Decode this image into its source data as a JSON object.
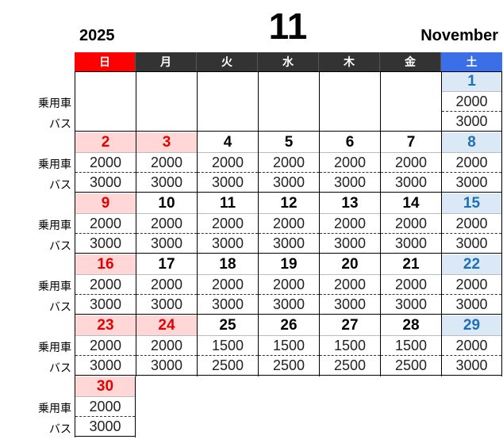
{
  "header": {
    "year": "2025",
    "month_number": "11",
    "month_name": "November"
  },
  "weekdays": [
    "日",
    "月",
    "火",
    "水",
    "木",
    "金",
    "土"
  ],
  "row_labels": {
    "car": "乗用車",
    "bus": "バス"
  },
  "weeks": [
    [
      {
        "day": "",
        "car": "",
        "bus": "",
        "type": "empty"
      },
      {
        "day": "",
        "car": "",
        "bus": "",
        "type": "empty"
      },
      {
        "day": "",
        "car": "",
        "bus": "",
        "type": "empty"
      },
      {
        "day": "",
        "car": "",
        "bus": "",
        "type": "empty"
      },
      {
        "day": "",
        "car": "",
        "bus": "",
        "type": "empty"
      },
      {
        "day": "",
        "car": "",
        "bus": "",
        "type": "empty"
      },
      {
        "day": "1",
        "car": "2000",
        "bus": "3000",
        "type": "sat"
      }
    ],
    [
      {
        "day": "2",
        "car": "2000",
        "bus": "3000",
        "type": "sun"
      },
      {
        "day": "3",
        "car": "2000",
        "bus": "3000",
        "type": "holiday"
      },
      {
        "day": "4",
        "car": "2000",
        "bus": "3000",
        "type": "weekday"
      },
      {
        "day": "5",
        "car": "2000",
        "bus": "3000",
        "type": "weekday"
      },
      {
        "day": "6",
        "car": "2000",
        "bus": "3000",
        "type": "weekday"
      },
      {
        "day": "7",
        "car": "2000",
        "bus": "3000",
        "type": "weekday"
      },
      {
        "day": "8",
        "car": "2000",
        "bus": "3000",
        "type": "sat"
      }
    ],
    [
      {
        "day": "9",
        "car": "2000",
        "bus": "3000",
        "type": "sun"
      },
      {
        "day": "10",
        "car": "2000",
        "bus": "3000",
        "type": "weekday"
      },
      {
        "day": "11",
        "car": "2000",
        "bus": "3000",
        "type": "weekday"
      },
      {
        "day": "12",
        "car": "2000",
        "bus": "3000",
        "type": "weekday"
      },
      {
        "day": "13",
        "car": "2000",
        "bus": "3000",
        "type": "weekday"
      },
      {
        "day": "14",
        "car": "2000",
        "bus": "3000",
        "type": "weekday"
      },
      {
        "day": "15",
        "car": "2000",
        "bus": "3000",
        "type": "sat"
      }
    ],
    [
      {
        "day": "16",
        "car": "2000",
        "bus": "3000",
        "type": "sun"
      },
      {
        "day": "17",
        "car": "2000",
        "bus": "3000",
        "type": "weekday"
      },
      {
        "day": "18",
        "car": "2000",
        "bus": "3000",
        "type": "weekday"
      },
      {
        "day": "19",
        "car": "2000",
        "bus": "3000",
        "type": "weekday"
      },
      {
        "day": "20",
        "car": "2000",
        "bus": "3000",
        "type": "weekday"
      },
      {
        "day": "21",
        "car": "2000",
        "bus": "3000",
        "type": "weekday"
      },
      {
        "day": "22",
        "car": "2000",
        "bus": "3000",
        "type": "sat"
      }
    ],
    [
      {
        "day": "23",
        "car": "2000",
        "bus": "3000",
        "type": "sun"
      },
      {
        "day": "24",
        "car": "2000",
        "bus": "3000",
        "type": "holiday"
      },
      {
        "day": "25",
        "car": "1500",
        "bus": "2500",
        "type": "weekday"
      },
      {
        "day": "26",
        "car": "1500",
        "bus": "2500",
        "type": "weekday"
      },
      {
        "day": "27",
        "car": "1500",
        "bus": "2500",
        "type": "weekday"
      },
      {
        "day": "28",
        "car": "1500",
        "bus": "2500",
        "type": "weekday"
      },
      {
        "day": "29",
        "car": "2000",
        "bus": "3000",
        "type": "sat"
      }
    ],
    [
      {
        "day": "30",
        "car": "2000",
        "bus": "3000",
        "type": "sun"
      }
    ]
  ],
  "colors": {
    "sunday_header": "#ff0000",
    "saturday_header": "#3a6fe8",
    "weekday_header": "#333333",
    "sunday_text": "#e60000",
    "holiday_bg": "#ffd7d7",
    "saturday_text": "#1f6fb8",
    "saturday_bg": "#dbe8f5"
  }
}
